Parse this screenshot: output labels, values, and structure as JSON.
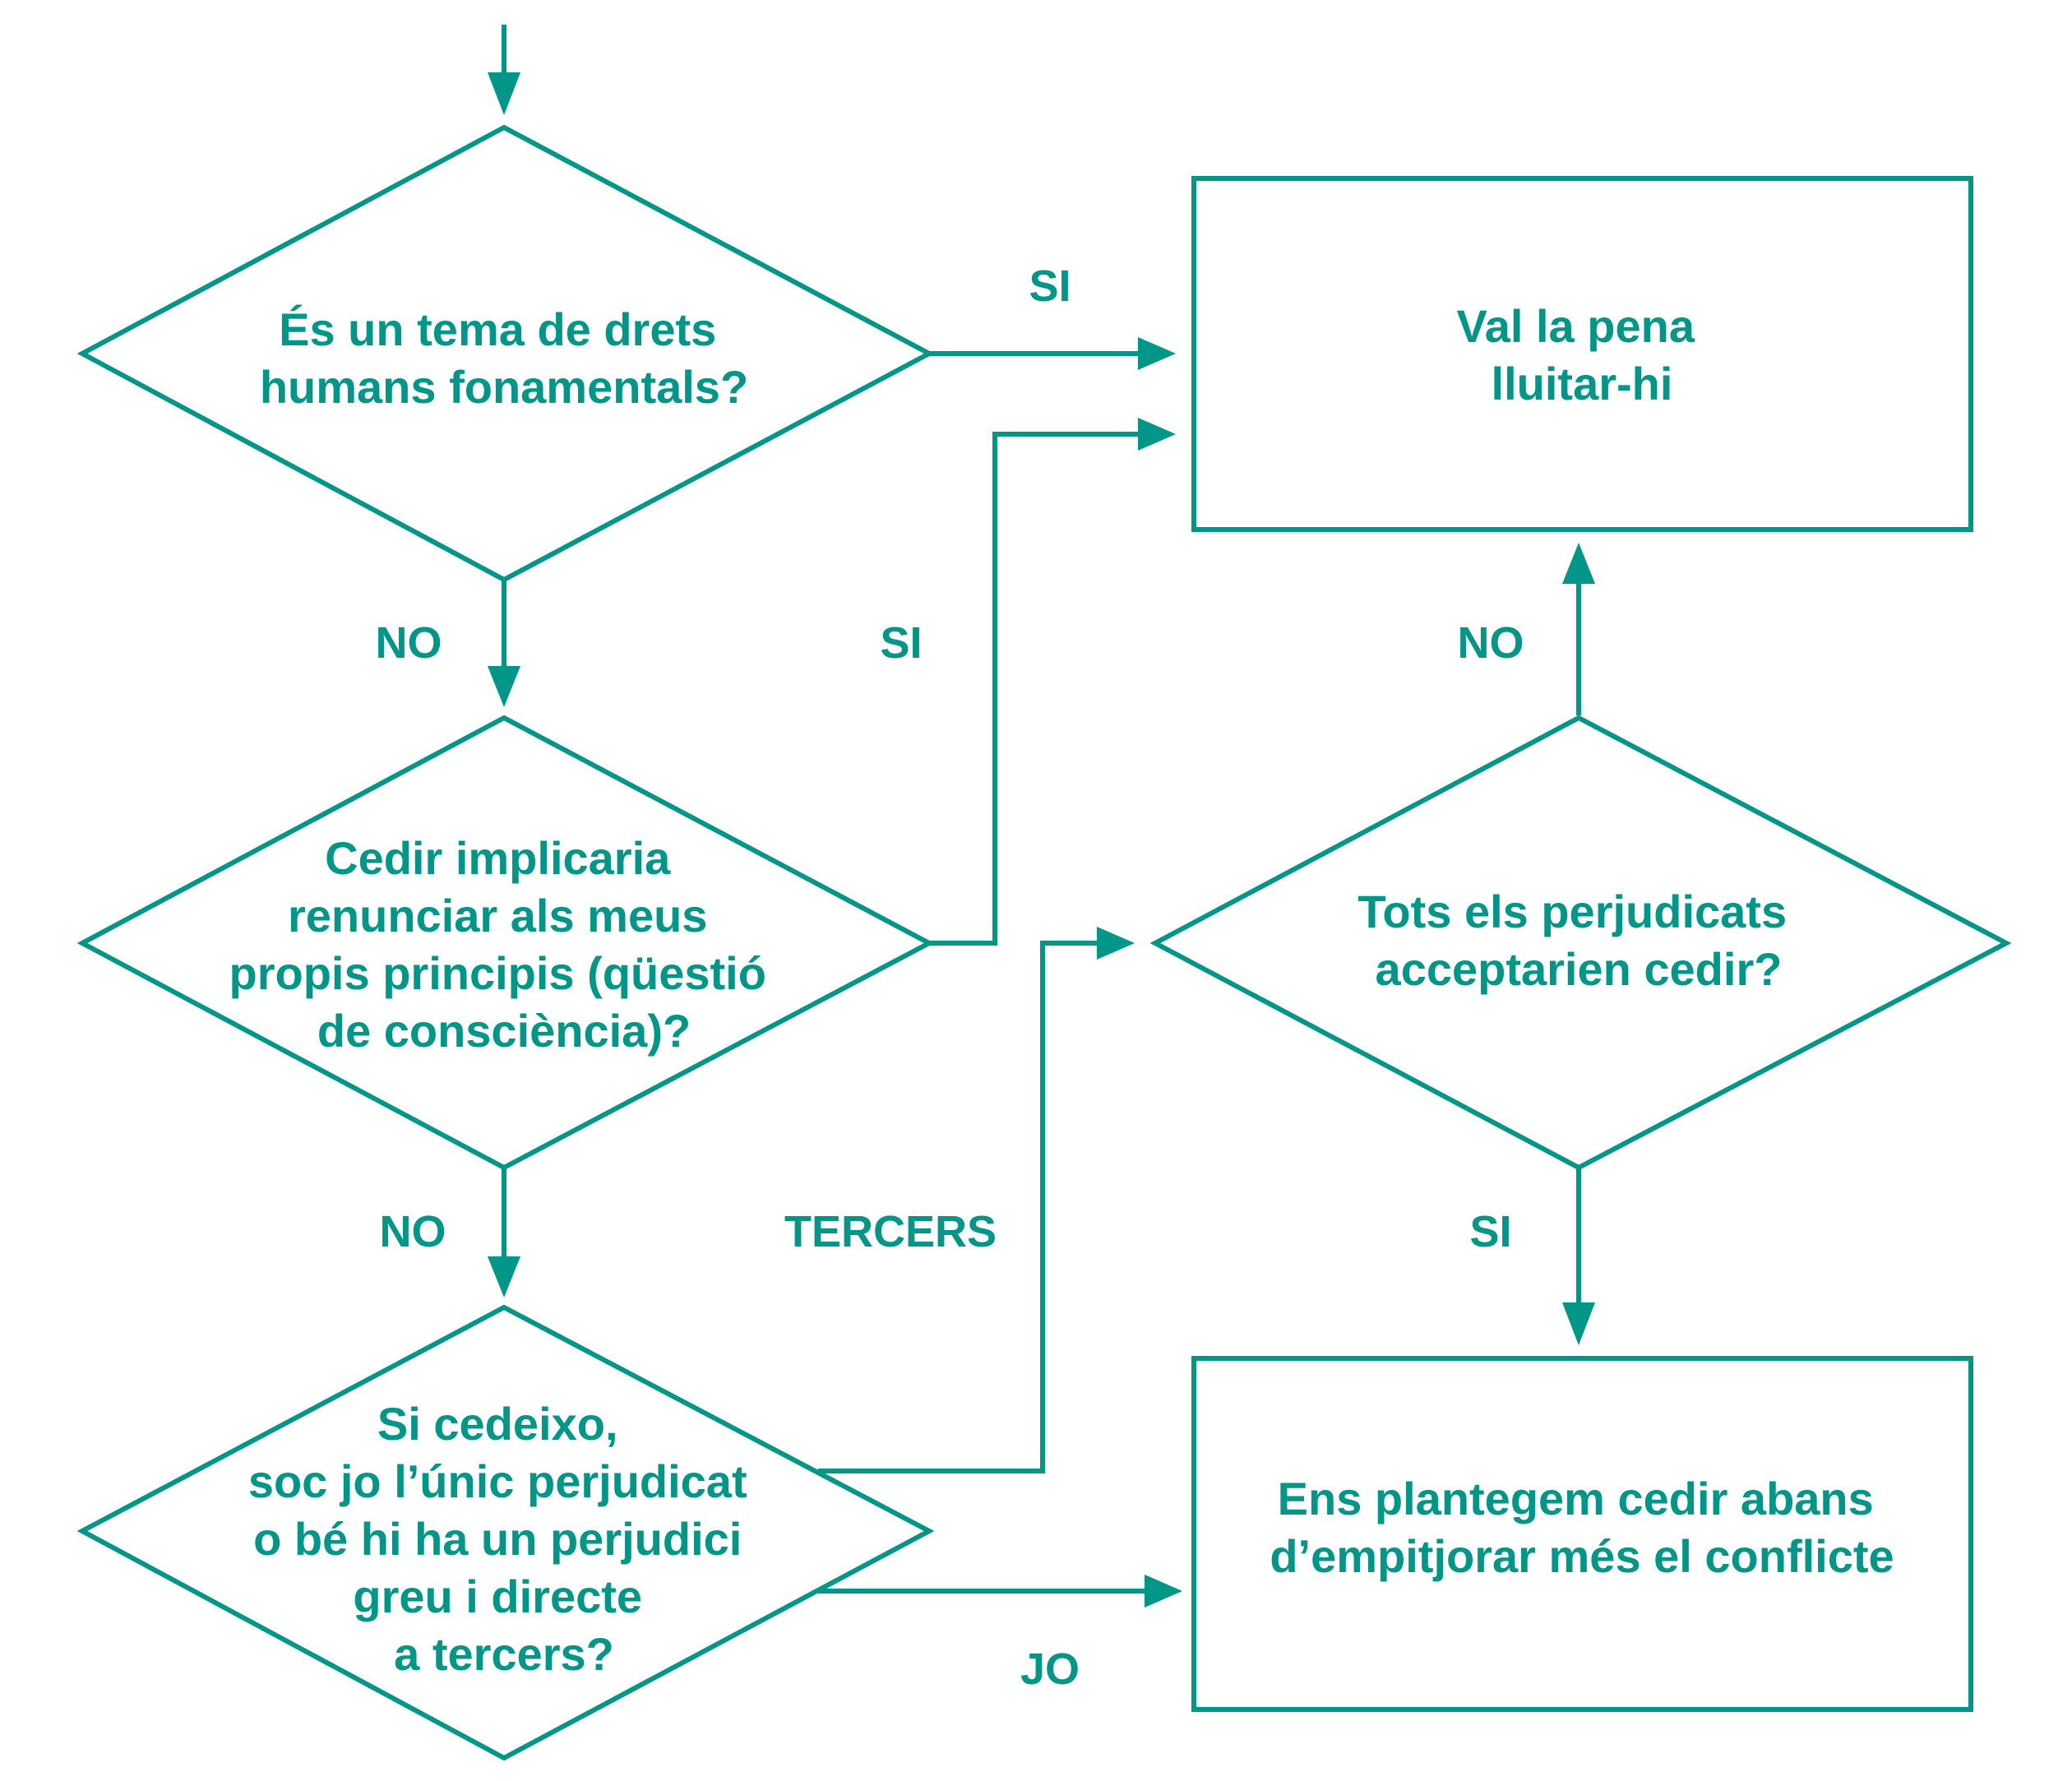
{
  "colors": {
    "accent": "#009688",
    "background": "#ffffff"
  },
  "nodes": {
    "q1": {
      "lines": [
        "És un tema de drets",
        "humans fonamentals?"
      ]
    },
    "q2": {
      "lines": [
        "Cedir implicaria",
        "renunciar als meus",
        "propis principis (qüestió",
        "de consciència)?"
      ]
    },
    "q3": {
      "lines": [
        "Si cedeixo,",
        "soc jo l’únic perjudicat",
        "o bé hi ha un perjudici",
        "greu i directe",
        "a tercers?"
      ]
    },
    "q4": {
      "lines": [
        "Tots els perjudicats",
        "acceptarien cedir?"
      ]
    },
    "r1": {
      "lines": [
        "Val la pena",
        "lluitar-hi"
      ]
    },
    "r2": {
      "lines": [
        "Ens plantegem cedir abans",
        "d’empitjorar més el conflicte"
      ]
    }
  },
  "edges": {
    "q1_si": "SI",
    "q1_no": "NO",
    "q2_si": "SI",
    "q2_no": "NO",
    "q3_tercers": "TERCERS",
    "q3_jo": "JO",
    "q4_no": "NO",
    "q4_si": "SI"
  }
}
